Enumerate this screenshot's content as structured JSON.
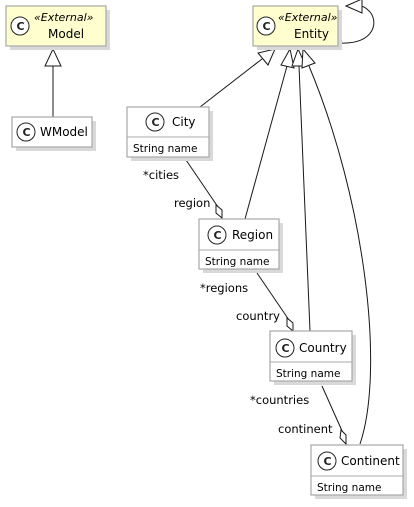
{
  "badge_letter": "C",
  "classes": {
    "model": {
      "stereotype": "«External»",
      "name": "Model"
    },
    "entity": {
      "stereotype": "«External»",
      "name": "Entity"
    },
    "wmodel": {
      "name": "WModel"
    },
    "city": {
      "name": "City",
      "attribute": "String name"
    },
    "region": {
      "name": "Region",
      "attribute": "String name"
    },
    "country": {
      "name": "Country",
      "attribute": "String name"
    },
    "continent": {
      "name": "Continent",
      "attribute": "String name"
    }
  },
  "roles": {
    "cities": "*cities",
    "region": "region",
    "regions": "*regions",
    "country": "country",
    "countries": "*countries",
    "continent": "continent"
  },
  "colors": {
    "external_fill": "#fefece",
    "class_fill": "#ffffff",
    "border": "#a8a8a8",
    "line": "#181818"
  }
}
